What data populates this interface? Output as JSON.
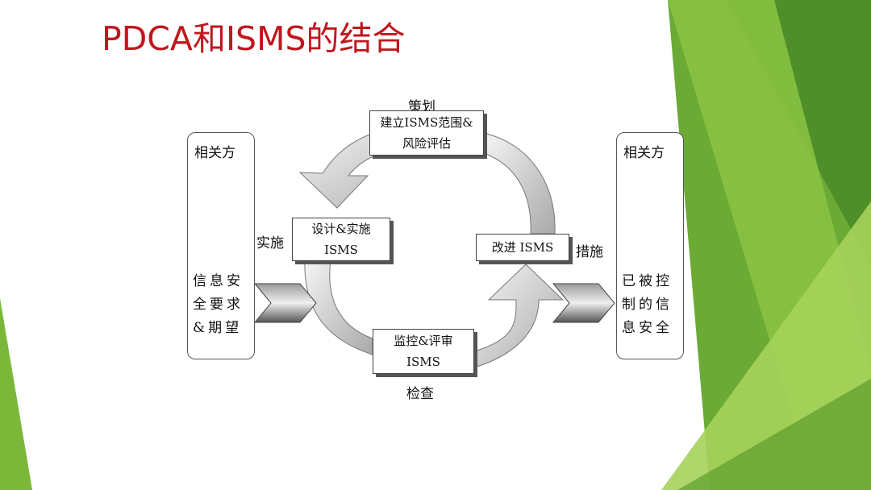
{
  "title": "PDCA和ISMS的结合",
  "colors": {
    "title": "#c0171d",
    "green_dark": "#4e8f2a",
    "green_mid": "#78b833",
    "green_light": "#a6d15a"
  },
  "diagram": {
    "left_party": {
      "heading": "相关方",
      "body": "信息安全要求&期望"
    },
    "right_party": {
      "heading": "相关方",
      "body": "已被控制的信息安全"
    },
    "plan": {
      "label": "策划",
      "box_line1": "建立ISMS范围&",
      "box_line2": "风险评估"
    },
    "do": {
      "label": "实施",
      "box_line1": "设计&实施",
      "box_line2": "ISMS"
    },
    "check": {
      "label": "检查",
      "box_line1": "监控&评审",
      "box_line2": "ISMS"
    },
    "act": {
      "label": "措施",
      "box_line1": "改进 ISMS"
    }
  }
}
